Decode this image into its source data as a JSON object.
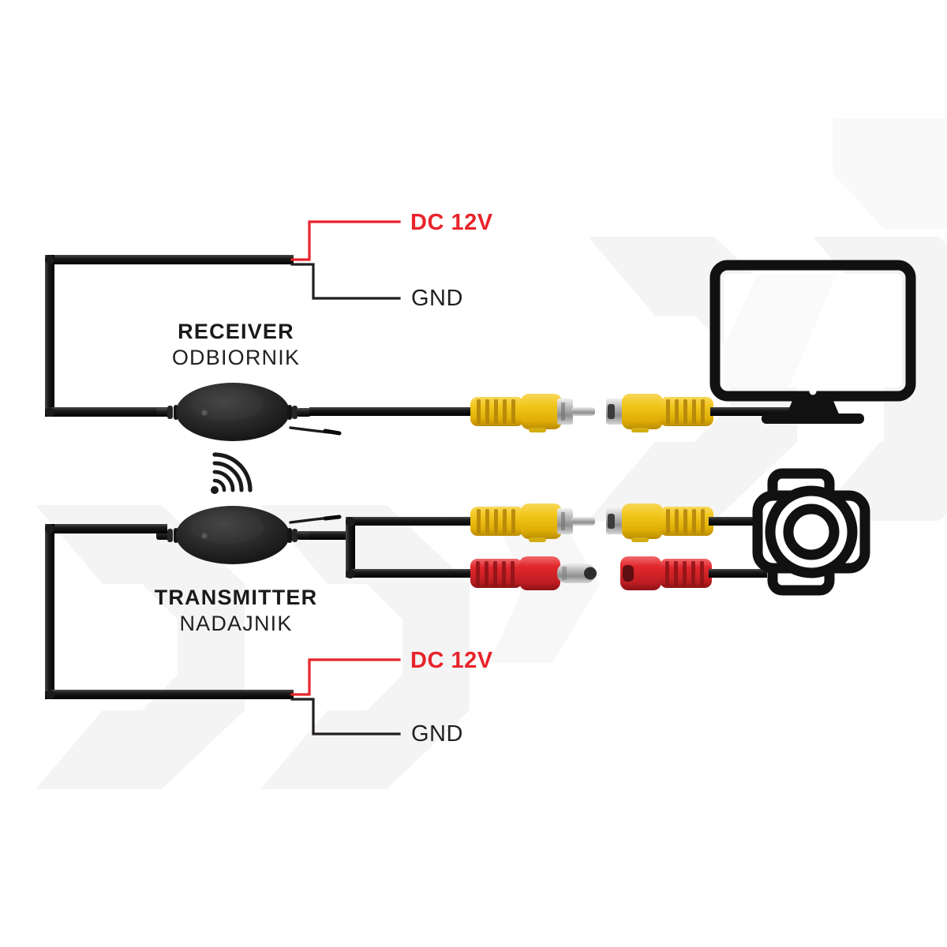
{
  "diagram": {
    "title": "Wireless Rear-View Camera Connection Diagram",
    "background_color": "#ffffff",
    "watermark_color": "#f4f4f4",
    "colors": {
      "power_red": "#e8232a",
      "wire_black": "#231f20",
      "cable_black": "#1b1b1b",
      "connector_yellow": "#f0c419",
      "connector_yellow_dark": "#c79a0a",
      "connector_red": "#e0272c",
      "connector_red_dark": "#a81a1f",
      "metal_silver": "#c9c9c9",
      "module_body": "#2b2b2b"
    },
    "labels": {
      "receiver_power": "DC 12V",
      "receiver_ground": "GND",
      "receiver_title_en": "RECEIVER",
      "receiver_title_pl": "ODBIORNIK",
      "transmitter_title_en": "TRANSMITTER",
      "transmitter_title_pl": "NADAJNIK",
      "transmitter_power": "DC 12V",
      "transmitter_ground": "GND"
    },
    "icons": {
      "wireless_signal": "wifi-signal-icon",
      "monitor": "monitor-icon",
      "camera": "camera-icon"
    },
    "components": [
      {
        "id": "receiver-module",
        "name": "RECEIVER / ODBIORNIK",
        "type": "wireless-receiver-module",
        "outputs": [
          "DC 12V",
          "GND",
          "RCA video male"
        ]
      },
      {
        "id": "monitor",
        "name": "monitor",
        "type": "display",
        "inputs": [
          "RCA video female"
        ]
      },
      {
        "id": "transmitter-module",
        "name": "TRANSMITTER / NADAJNIK",
        "type": "wireless-transmitter-module",
        "outputs": [
          "DC 12V",
          "GND",
          "RCA video male",
          "DC barrel male"
        ]
      },
      {
        "id": "camera",
        "name": "camera",
        "type": "rear-view-camera",
        "outputs": [
          "RCA video female",
          "DC barrel female"
        ]
      }
    ],
    "connections": [
      {
        "from": "receiver-module",
        "to": "monitor",
        "via": "RCA video cable",
        "color": "#f0c419"
      },
      {
        "from": "transmitter-module",
        "to": "camera",
        "via": "RCA video cable",
        "color": "#f0c419"
      },
      {
        "from": "transmitter-module",
        "to": "camera",
        "via": "DC power cable",
        "color": "#e0272c"
      },
      {
        "from": "transmitter-module",
        "to": "receiver-module",
        "via": "wireless link",
        "color": "#231f20"
      }
    ]
  }
}
